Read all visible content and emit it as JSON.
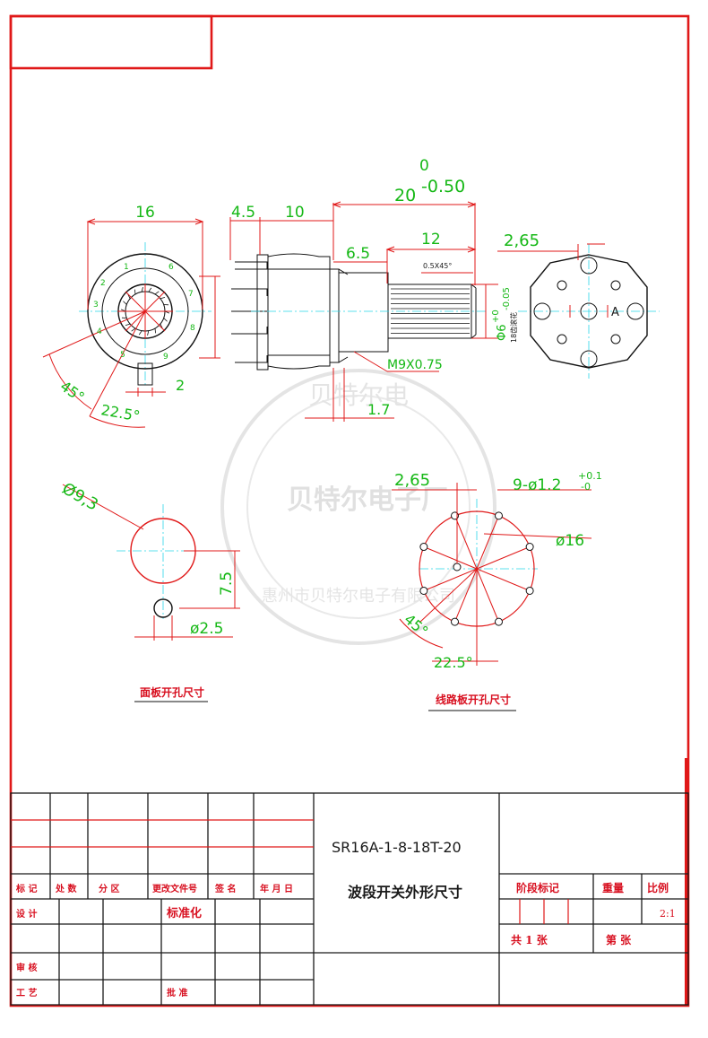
{
  "part_number": "SR16A-1-8-18T-20",
  "drawing_title": "波段开关外形尺寸",
  "watermark": {
    "top_arc": "贝特尔电",
    "center": "贝特尔电子厂",
    "bottom_arc": "惠州市贝特尔电子有限公司"
  },
  "front_view": {
    "diameter": "16",
    "angle_45": "45°",
    "angle_22_5": "22.5°",
    "key_width": "2",
    "terminal_labels": [
      "1",
      "2",
      "3",
      "4",
      "5",
      "6",
      "7",
      "8",
      "9"
    ]
  },
  "side_view": {
    "dim_4_5": "4.5",
    "dim_10": "10",
    "dim_20": "20",
    "tol_upper": "0",
    "tol_lower": "-0.50",
    "dim_6_5": "6.5",
    "dim_12": "12",
    "chamfer": "0.5X45°",
    "shaft_dia": "Φ6",
    "shaft_tol_upper": "+0",
    "shaft_tol_lower": "-0.05",
    "shaft_note": "18齿滚花",
    "thread": "M9X0.75",
    "dim_1_7": "1.7"
  },
  "rear_view": {
    "dim_2_65": "2,65",
    "label_a": "A"
  },
  "panel_cutout": {
    "title": "面板开孔尺寸",
    "hole_dia": "Ø9,3",
    "offset": "7.5",
    "pin_dia": "ø2.5"
  },
  "pcb_layout": {
    "title": "线路板开孔尺寸",
    "dim_2_65": "2,65",
    "holes": "9-ø1.2",
    "hole_tol_upper": "+0.1",
    "hole_tol_lower": "-0",
    "circle_dia": "ø16",
    "angle_45": "45°",
    "angle_22_5": "22.5°"
  },
  "title_block": {
    "headers": [
      "标 记",
      "处 数",
      "分 区",
      "更改文件号",
      "签 名",
      "年 月 日"
    ],
    "design": "设 计",
    "standardize": "标准化",
    "review": "审 核",
    "process": "工 艺",
    "approve": "批 准",
    "stage_mark": "阶段标记",
    "weight": "重量",
    "scale_label": "比例",
    "scale_value": "2:1",
    "sheets_total": "共 1 张",
    "sheet_no": "第 张"
  }
}
